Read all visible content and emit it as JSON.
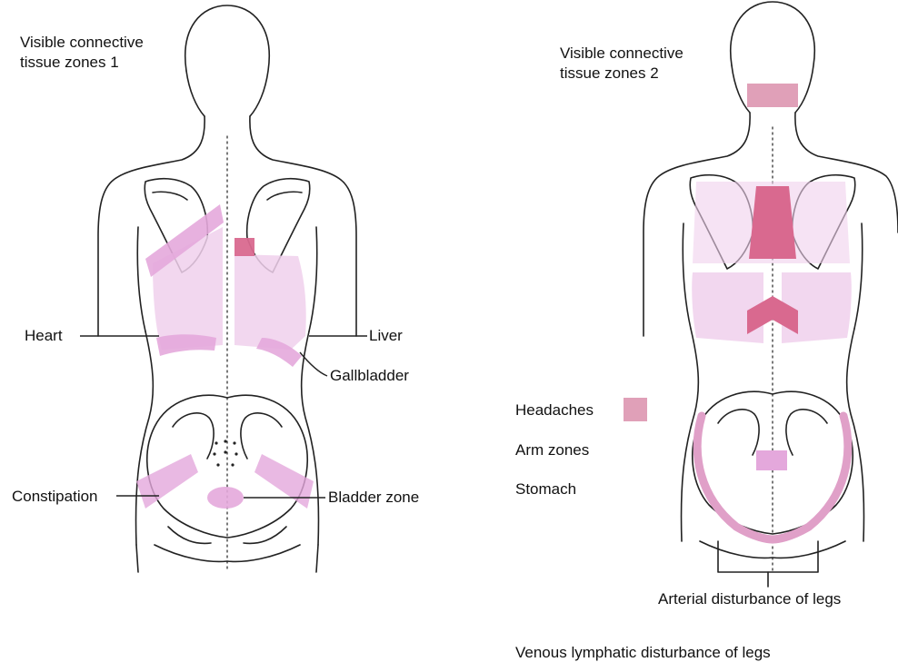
{
  "figure1": {
    "title_line1": "Visible connective",
    "title_line2": "tissue zones 1",
    "labels": {
      "heart": "Heart",
      "liver": "Liver",
      "gallbladder": "Gallbladder",
      "constipation": "Constipation",
      "bladder_zone": "Bladder zone"
    }
  },
  "figure2": {
    "title_line1": "Visible connective",
    "title_line2": "tissue zones 2",
    "legend": {
      "headaches": "Headaches",
      "arm_zones": "Arm zones",
      "stomach": "Stomach"
    },
    "labels": {
      "arterial": "Arterial disturbance of legs",
      "venous": "Venous lymphatic disturbance of legs"
    }
  },
  "colors": {
    "zone_light": "#f0d0ec",
    "zone_medium": "#e4a8dc",
    "zone_strong": "#d9698f",
    "outline": "#222222",
    "background": "#ffffff"
  }
}
